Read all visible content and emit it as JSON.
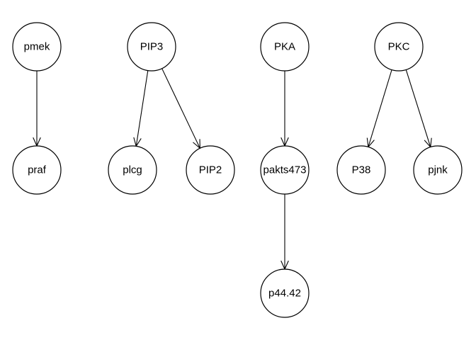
{
  "diagram": {
    "nodes": [
      {
        "id": "pmek",
        "label": "pmek"
      },
      {
        "id": "PIP3",
        "label": "PIP3"
      },
      {
        "id": "PKA",
        "label": "PKA"
      },
      {
        "id": "PKC",
        "label": "PKC"
      },
      {
        "id": "praf",
        "label": "praf"
      },
      {
        "id": "plcg",
        "label": "plcg"
      },
      {
        "id": "PIP2",
        "label": "PIP2"
      },
      {
        "id": "pakts473",
        "label": "pakts473"
      },
      {
        "id": "P38",
        "label": "P38"
      },
      {
        "id": "pjnk",
        "label": "pjnk"
      },
      {
        "id": "p44.42",
        "label": "p44.42"
      }
    ],
    "edges": [
      {
        "from": "pmek",
        "to": "praf"
      },
      {
        "from": "PIP3",
        "to": "plcg"
      },
      {
        "from": "PIP3",
        "to": "PIP2"
      },
      {
        "from": "PKA",
        "to": "pakts473"
      },
      {
        "from": "PKC",
        "to": "P38"
      },
      {
        "from": "PKC",
        "to": "pjnk"
      },
      {
        "from": "pakts473",
        "to": "p44.42"
      }
    ]
  }
}
